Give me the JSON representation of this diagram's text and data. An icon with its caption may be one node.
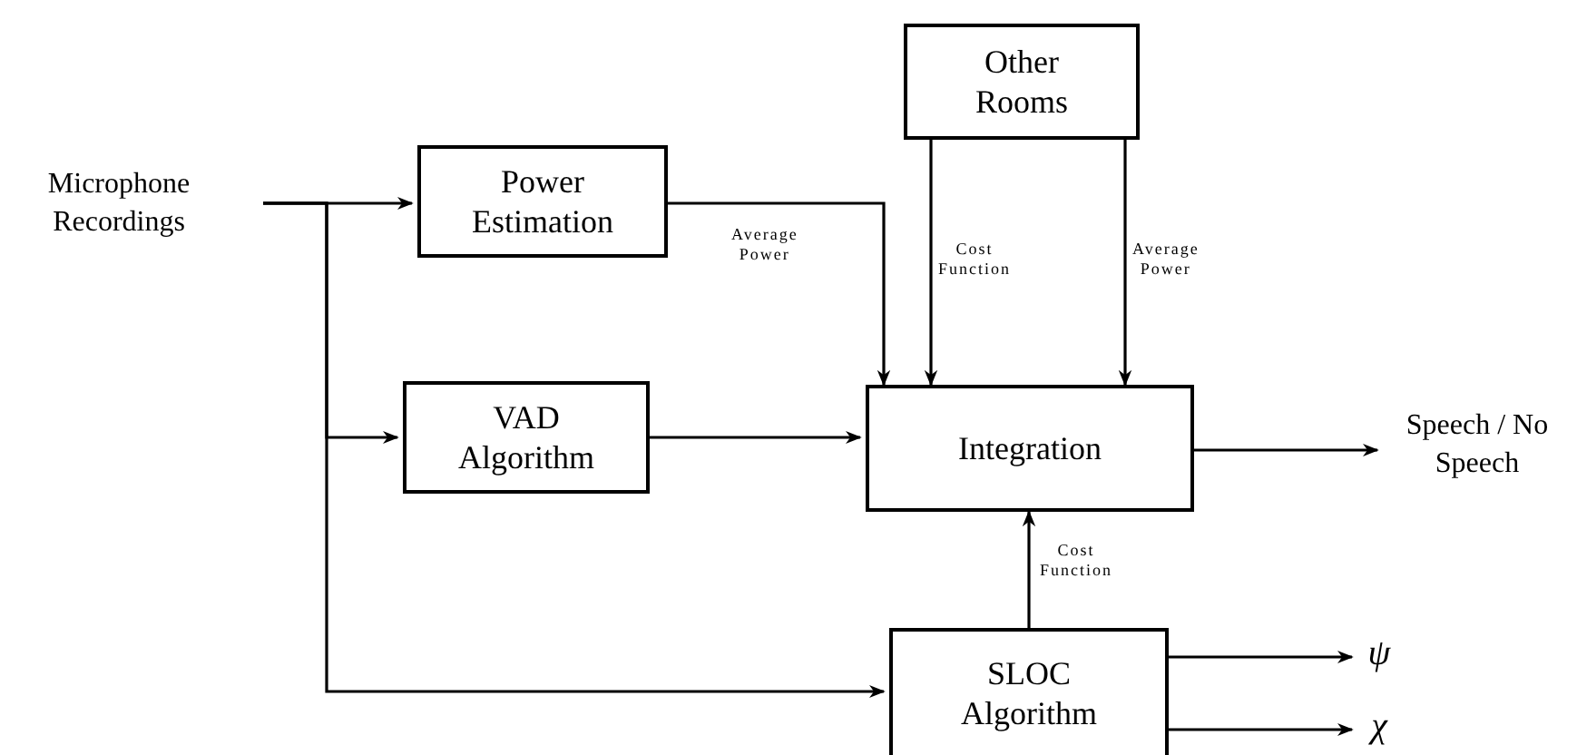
{
  "diagram": {
    "nodes": [
      {
        "text": [
          "Microphone Recordings"
        ]
      },
      {
        "text": [
          "Power Estimation"
        ]
      },
      {
        "text": [
          "Other Rooms"
        ]
      },
      {
        "text": [
          "VAD Algorithm"
        ]
      },
      {
        "text": [
          "Integration"
        ]
      },
      {
        "text": [
          "Speech / No Speech"
        ]
      },
      {
        "text": [
          "SLOC Algorithm"
        ]
      },
      {
        "text": [
          "ψ"
        ]
      },
      {
        "text": [
          "χ"
        ]
      }
    ],
    "edges": [
      {
        "from": 0,
        "to": 1,
        "arrow": "to"
      },
      {
        "from": 0,
        "to": 3,
        "arrow": "to"
      },
      {
        "from": 0,
        "to": 6,
        "arrow": "to"
      },
      {
        "from": 1,
        "to": 4,
        "arrow": "to",
        "label": "Average Power"
      },
      {
        "from": 2,
        "to": 4,
        "arrow": "to",
        "label": "Cost Function"
      },
      {
        "from": 2,
        "to": 4,
        "arrow": "to",
        "label": "Average Power"
      },
      {
        "from": 3,
        "to": 4,
        "arrow": "to"
      },
      {
        "from": 4,
        "to": 5,
        "arrow": "to"
      },
      {
        "from": 6,
        "to": 4,
        "arrow": "to",
        "label": "Cost Function"
      },
      {
        "from": 6,
        "to": 7,
        "arrow": "to"
      },
      {
        "from": 6,
        "to": 8,
        "arrow": "to"
      }
    ]
  }
}
